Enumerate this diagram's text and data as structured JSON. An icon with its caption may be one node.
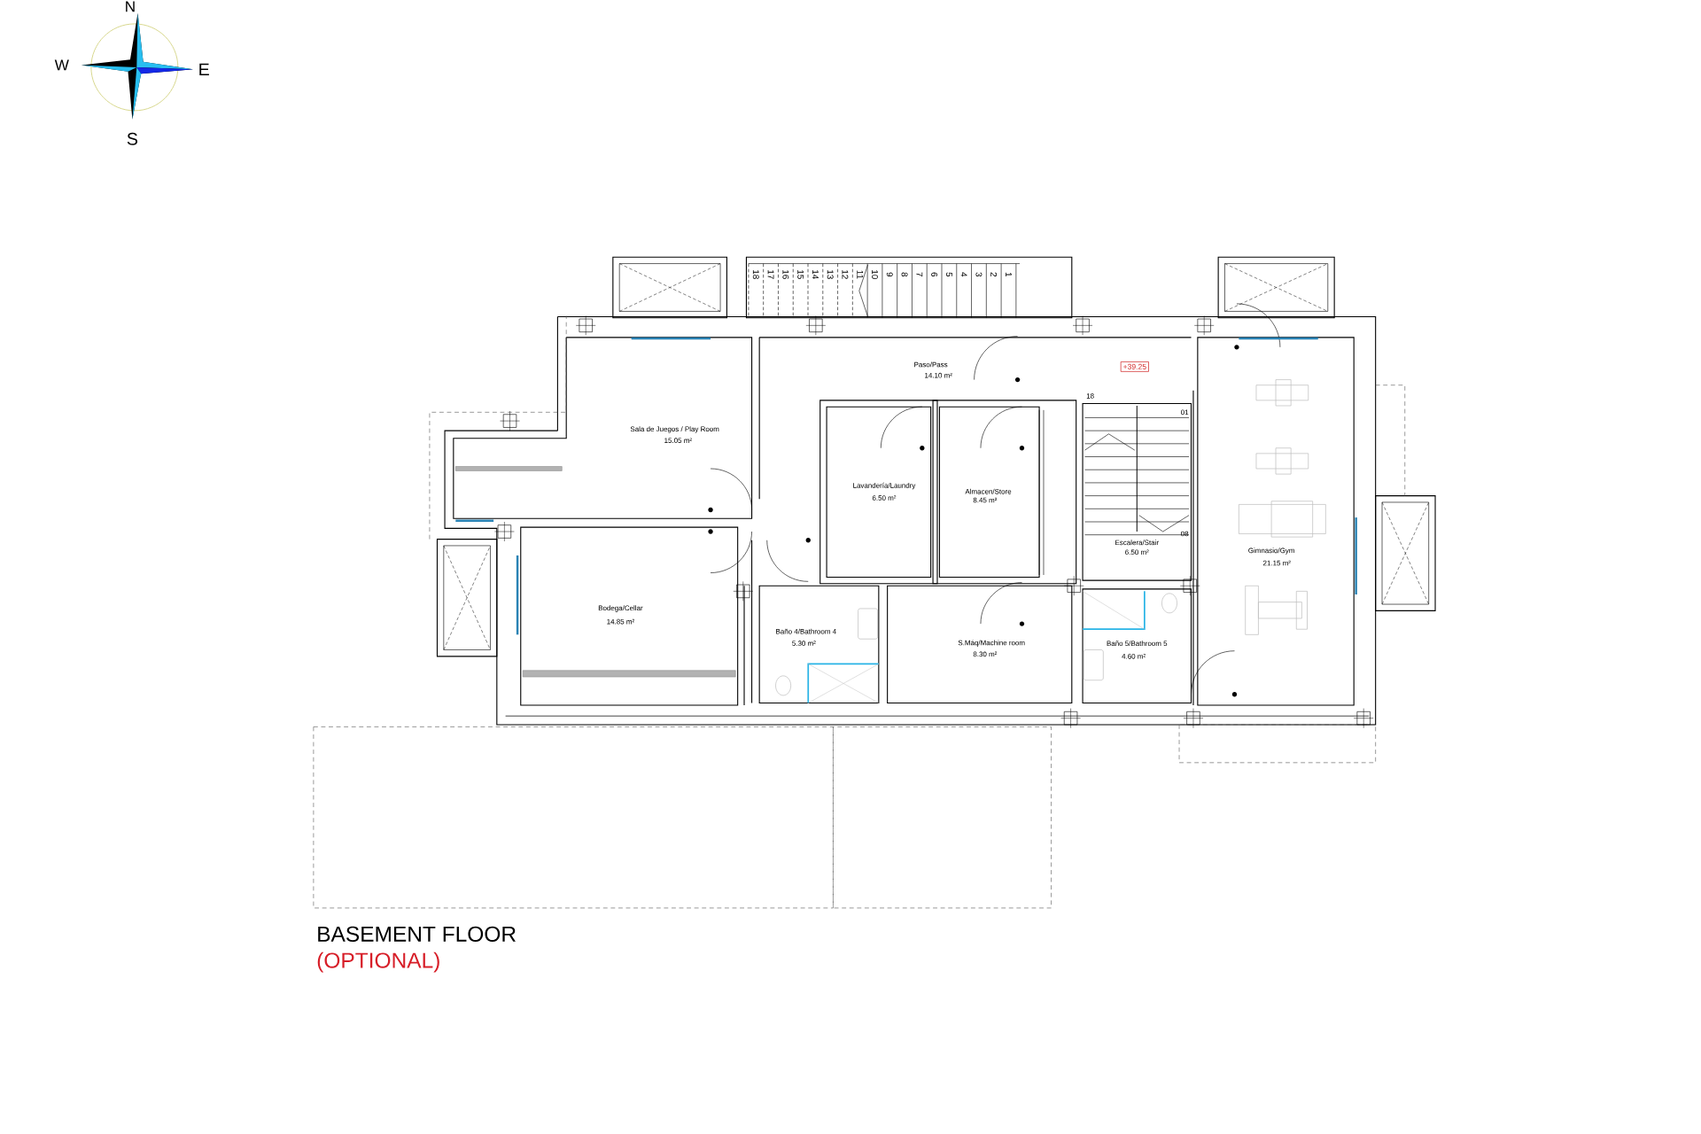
{
  "diagram": {
    "title": "BASEMENT FLOOR",
    "nodes": [
      {
        "text": [
          "+39.25"
        ]
      }
    ],
    "labels": [
      "N",
      "W",
      "E",
      "S",
      "18",
      "17",
      "16",
      "15",
      "14",
      "13",
      "12",
      "11",
      "10",
      "9",
      "8",
      "7",
      "6",
      "5",
      "4",
      "3",
      "2",
      "1",
      "Paso/Pass",
      "14.10 m²",
      "18",
      "Sala de Juegos / Play Room",
      "15.05 m²",
      "01",
      "Lavandería/Laundry",
      "6.50 m²",
      "Almacen/Store",
      "8.45 m²",
      "Escalera/Stair",
      "6.50 m²",
      "08",
      "Gimnasio/Gym",
      "21.15 m²",
      "Bodega/Cellar",
      "14.85 m²",
      "Baño 4/Bathroom 4",
      "5.30 m²",
      "S.Máq/Machine room",
      "8.30 m²",
      "Baño 5/Bathroom 5",
      "4.60 m²",
      "(OPTIONAL)"
    ]
  }
}
